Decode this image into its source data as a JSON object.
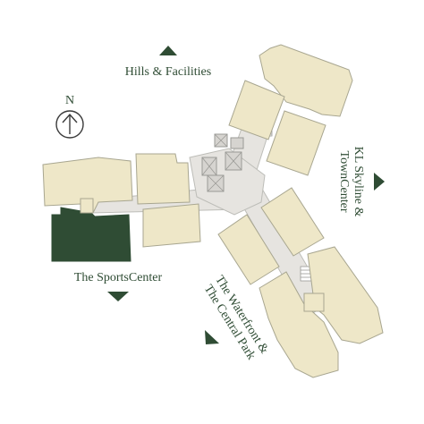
{
  "compass": {
    "letter": "N"
  },
  "directions": {
    "top": "Hills & Facilities",
    "right_line1": "KL Skyline &",
    "right_line2": "TownCenter",
    "left": "The SportsCenter",
    "bottom_line1": "The Waterfront &",
    "bottom_line2": "The Central Park"
  },
  "colors": {
    "accent": "#2f4c34",
    "unit_fill": "#eee7c8",
    "corridor": "#e6e4e0"
  },
  "selected_unit": "west-wing-unit-3"
}
